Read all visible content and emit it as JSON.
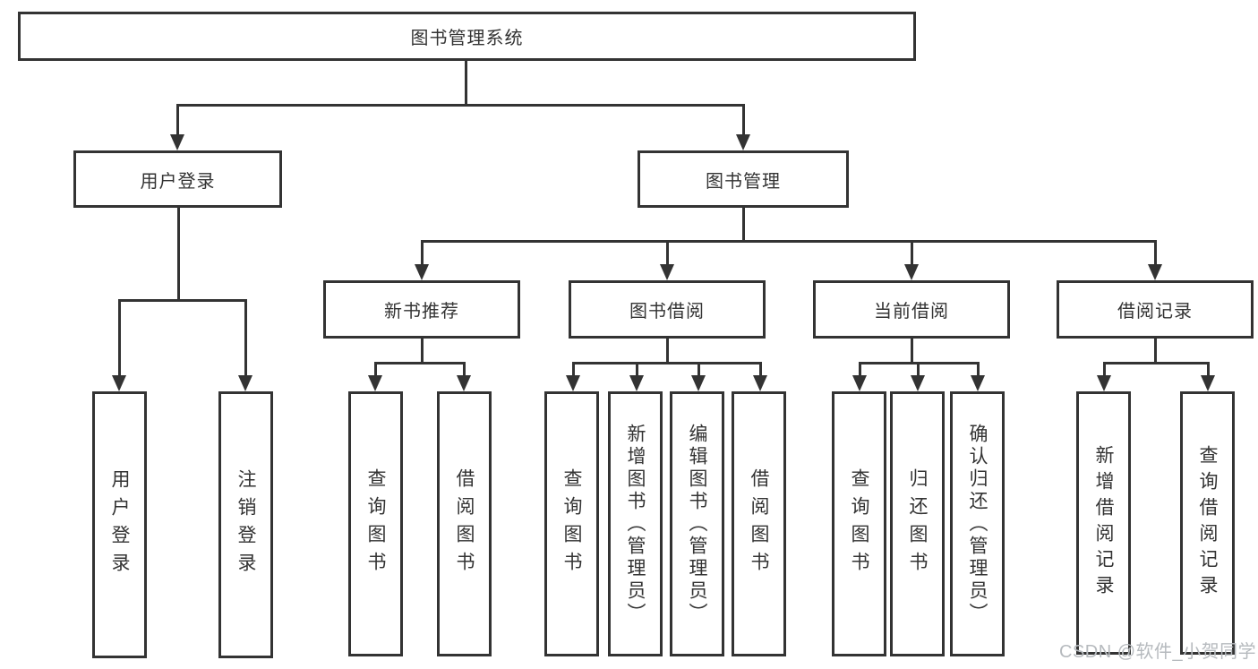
{
  "diagram_type": "hierarchy-tree",
  "colors": {
    "line": "#333333",
    "text": "#333333",
    "background": "#ffffff",
    "watermark": "#b6babe"
  },
  "tree": {
    "root": "图书管理系统",
    "children": [
      {
        "label": "用户登录",
        "children": [
          {
            "label": "用户登录"
          },
          {
            "label": "注销登录"
          }
        ]
      },
      {
        "label": "图书管理",
        "children": [
          {
            "label": "新书推荐",
            "children": [
              {
                "label": "查询图书"
              },
              {
                "label": "借阅图书"
              }
            ]
          },
          {
            "label": "图书借阅",
            "children": [
              {
                "label": "查询图书"
              },
              {
                "label": "新增图书（管理员）"
              },
              {
                "label": "编辑图书（管理员）"
              },
              {
                "label": "借阅图书"
              }
            ]
          },
          {
            "label": "当前借阅",
            "children": [
              {
                "label": "查询图书"
              },
              {
                "label": "归还图书"
              },
              {
                "label": "确认归还（管理员）"
              }
            ]
          },
          {
            "label": "借阅记录",
            "children": [
              {
                "label": "新增借阅记录"
              },
              {
                "label": "查询借阅记录"
              }
            ]
          }
        ]
      }
    ]
  },
  "watermark": {
    "text": "CSDN @软件_小贺同学"
  }
}
